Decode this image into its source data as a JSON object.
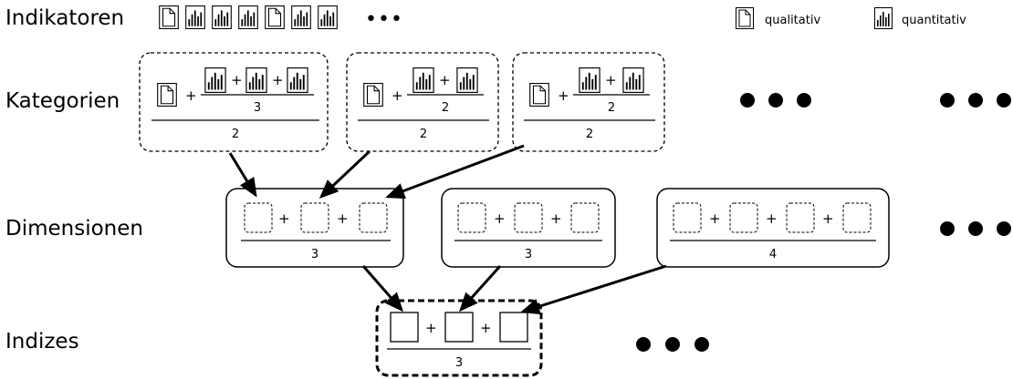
{
  "rows": {
    "indikatoren": "Indikatoren",
    "kategorien": "Kategorien",
    "dimensionen": "Dimensionen",
    "indizes": "Indizes"
  },
  "indicator_strip": {
    "items": [
      "qualitative-icon",
      "quantitative-icon",
      "quantitative-icon",
      "quantitative-icon",
      "qualitative-icon",
      "quantitative-icon",
      "quantitative-icon"
    ],
    "ellipsis": "•••"
  },
  "legend": {
    "qualitative": "qualitativ",
    "quantitative": "quantitativ"
  },
  "kategorien": [
    {
      "numerator_count": 3,
      "inner_denominator": "3",
      "outer_denominator": "2"
    },
    {
      "numerator_count": 2,
      "inner_denominator": "2",
      "outer_denominator": "2"
    },
    {
      "numerator_count": 2,
      "inner_denominator": "2",
      "outer_denominator": "2"
    }
  ],
  "dimensionen": [
    {
      "slots": 3,
      "denominator": "3"
    },
    {
      "slots": 3,
      "denominator": "3"
    },
    {
      "slots": 4,
      "denominator": "4"
    }
  ],
  "indizes": [
    {
      "slots": 3,
      "denominator": "3"
    }
  ],
  "operators": {
    "plus": "+"
  },
  "more_glyph": "●"
}
